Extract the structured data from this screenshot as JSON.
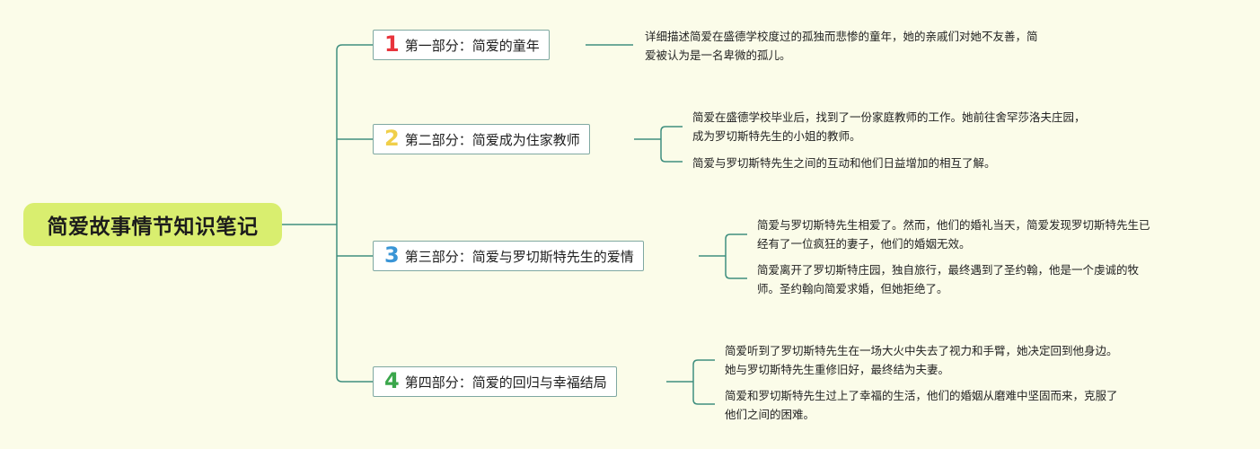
{
  "root": {
    "title": "简爱故事情节知识笔记"
  },
  "branches": [
    {
      "number": "1",
      "number_color": "#e8343c",
      "label": "第一部分：简爱的童年",
      "leaves": [
        [
          "详细描述简爱在盛德学校度过的孤独而悲惨的童年，她的亲戚们对她不友善，简",
          "爱被认为是一名卑微的孤儿。"
        ]
      ]
    },
    {
      "number": "2",
      "number_color": "#f0cf4a",
      "label": "第二部分：简爱成为住家教师",
      "leaves": [
        [
          "简爱在盛德学校毕业后，找到了一份家庭教师的工作。她前往舍罕莎洛夫庄园，",
          "成为罗切斯特先生的小姐的教师。"
        ],
        [
          "简爱与罗切斯特先生之间的互动和他们日益增加的相互了解。"
        ]
      ]
    },
    {
      "number": "3",
      "number_color": "#3a95d6",
      "label": "第三部分：简爱与罗切斯特先生的爱情",
      "leaves": [
        [
          "简爱与罗切斯特先生相爱了。然而，他们的婚礼当天，简爱发现罗切斯特先生已",
          "经有了一位疯狂的妻子，他们的婚姻无效。"
        ],
        [
          "简爱离开了罗切斯特庄园，独自旅行，最终遇到了圣约翰，他是一个虔诚的牧",
          "师。圣约翰向简爱求婚，但她拒绝了。"
        ]
      ]
    },
    {
      "number": "4",
      "number_color": "#3aa64b",
      "label": "第四部分：简爱的回归与幸福结局",
      "leaves": [
        [
          "简爱听到了罗切斯特先生在一场大火中失去了视力和手臂，她决定回到他身边。",
          "她与罗切斯特先生重修旧好，最终结为夫妻。"
        ],
        [
          "简爱和罗切斯特先生过上了幸福的生活，他们的婚姻从磨难中坚固而来，克服了",
          "他们之间的困难。"
        ]
      ]
    }
  ],
  "colors": {
    "background": "#fbfce9",
    "root_fill": "#d9ee6f",
    "connector": "#3f8f7f",
    "branch_border": "#7fa8a1"
  }
}
